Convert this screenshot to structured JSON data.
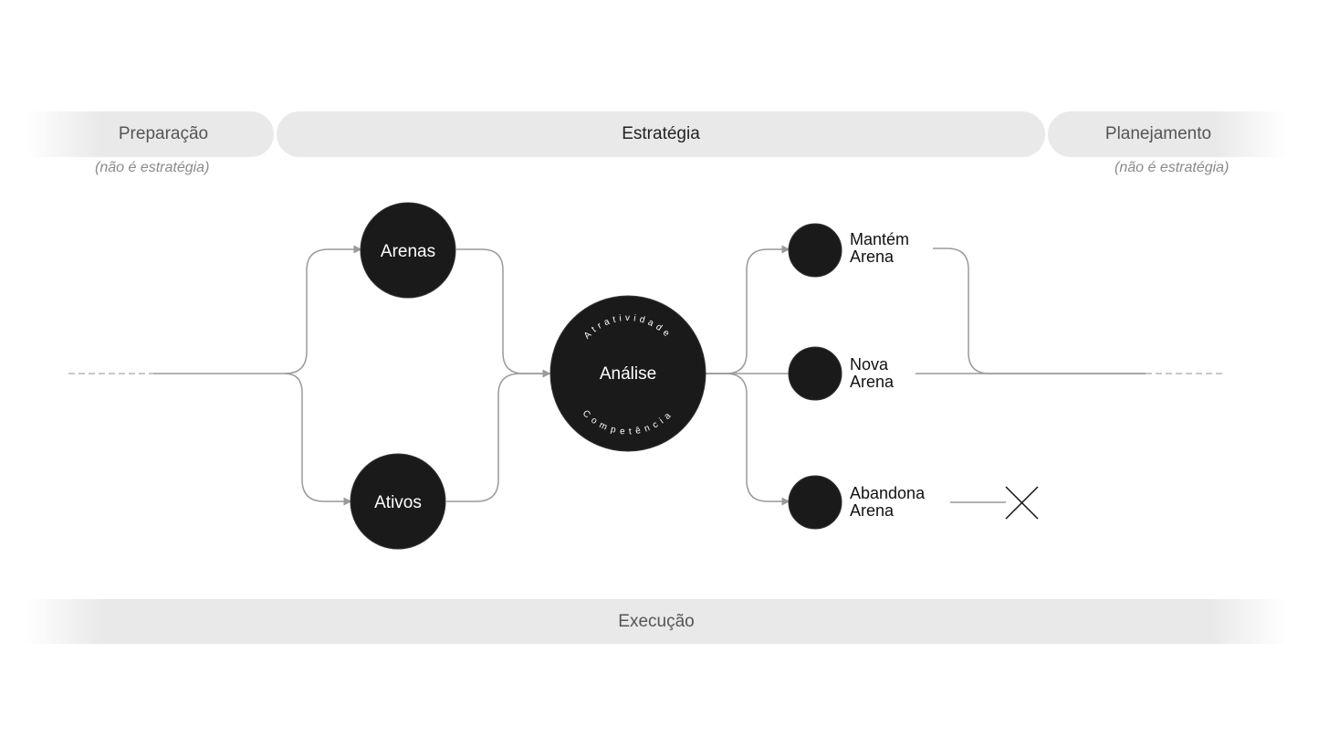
{
  "bands": {
    "preparacao": "Preparação",
    "estrategia": "Estratégia",
    "planejamento": "Planejamento",
    "execucao": "Execução"
  },
  "notes": {
    "preparacao": "(não é estratégia)",
    "planejamento": "(não é estratégia)"
  },
  "nodes": {
    "arenas": "Arenas",
    "ativos": "Ativos",
    "analise": "Análise",
    "analise_top_arc": "Atratividade",
    "analise_bottom_arc": "Competência"
  },
  "outcomes": {
    "mantem": [
      "Mantém",
      "Arena"
    ],
    "nova": [
      "Nova",
      "Arena"
    ],
    "abandona": [
      "Abandona",
      "Arena"
    ]
  },
  "colors": {
    "band": "#e9e9e9",
    "node": "#1a1a1a",
    "connector": "#9a9a9a"
  }
}
